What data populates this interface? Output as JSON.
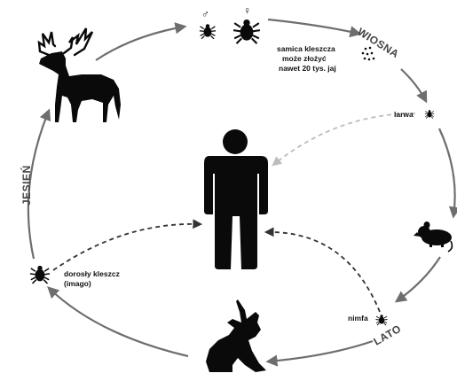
{
  "seasons": {
    "spring": "WIOSNA",
    "summer": "LATO",
    "autumn": "JESIEŃ"
  },
  "labels": {
    "female_line1": "samica kleszcza",
    "female_line2": "może złożyć",
    "female_line3": "nawet 20 tys. jaj",
    "larva": "larwa",
    "nymph": "nimfa",
    "adult_line1": "dorosły kleszcz",
    "adult_line2": "(imago)"
  },
  "symbols": {
    "male": "♂",
    "female": "♀"
  },
  "colors": {
    "silhouette": "#0a0a0a",
    "cycle_arrow": "#6e6e6e",
    "dashed_dark": "#333333",
    "dashed_light": "#bdbdbd"
  },
  "icons": [
    "deer-icon",
    "male-tick-icon",
    "female-tick-icon",
    "eggs-icon",
    "larva-icon",
    "mouse-icon",
    "nymph-icon",
    "hare-icon",
    "adult-tick-icon",
    "human-icon"
  ]
}
